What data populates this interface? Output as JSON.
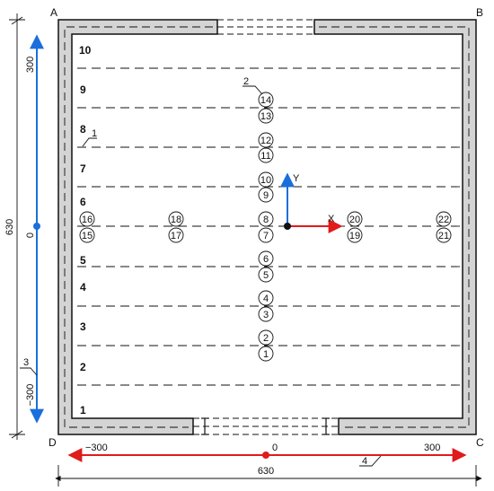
{
  "corners": {
    "a": "A",
    "b": "B",
    "c": "C",
    "d": "D"
  },
  "row_labels": [
    "10",
    "9",
    "8",
    "7",
    "6",
    "5",
    "4",
    "3",
    "2",
    "1"
  ],
  "circled_numbers": [
    "14",
    "13",
    "12",
    "11",
    "10",
    "9",
    "8",
    "7",
    "6",
    "5",
    "4",
    "3",
    "2",
    "1",
    "16",
    "15",
    "18",
    "17",
    "20",
    "19",
    "22",
    "21"
  ],
  "axes": {
    "x": "X",
    "y": "Y"
  },
  "callouts": {
    "one": "1",
    "two": "2",
    "three": "3",
    "four": "4"
  },
  "vertical_scale": {
    "top": "300",
    "middle": "0",
    "bottom": "−300",
    "span": "630"
  },
  "horizontal_scale": {
    "left": "−300",
    "middle": "0",
    "right": "300",
    "span": "630"
  },
  "colors": {
    "blue_axis": "#1a6fdc",
    "red_axis": "#e01b1b",
    "wall_fill": "#d4d4d4"
  }
}
